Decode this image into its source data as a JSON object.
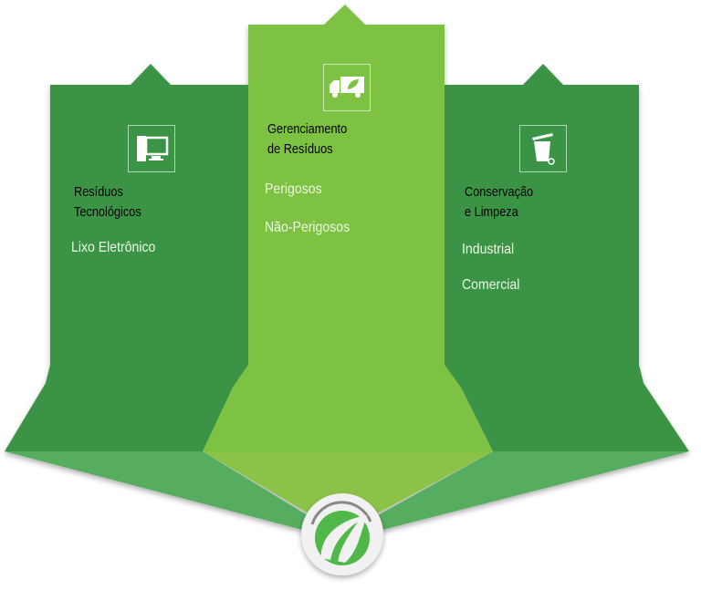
{
  "colors": {
    "dark": "#3b9444",
    "light": "#7dc243",
    "flap_dark": "#57ac5e",
    "flap_light": "#8bc34a"
  },
  "columns": [
    {
      "icon": "computer-icon",
      "title_line1": "Resíduos",
      "title_line2": "Tecnológicos",
      "items": [
        "Lixo Eletrônico"
      ]
    },
    {
      "icon": "truck-leaf-icon",
      "title_line1": "Gerenciamento",
      "title_line2": "de Resíduos",
      "items": [
        "Perigosos",
        "Não-Perigosos"
      ]
    },
    {
      "icon": "trash-bin-icon",
      "title_line1": "Conservação",
      "title_line2": "e Limpeza",
      "items": [
        "Industrial",
        "Comercial"
      ]
    }
  ],
  "logo": "leaf-logo"
}
